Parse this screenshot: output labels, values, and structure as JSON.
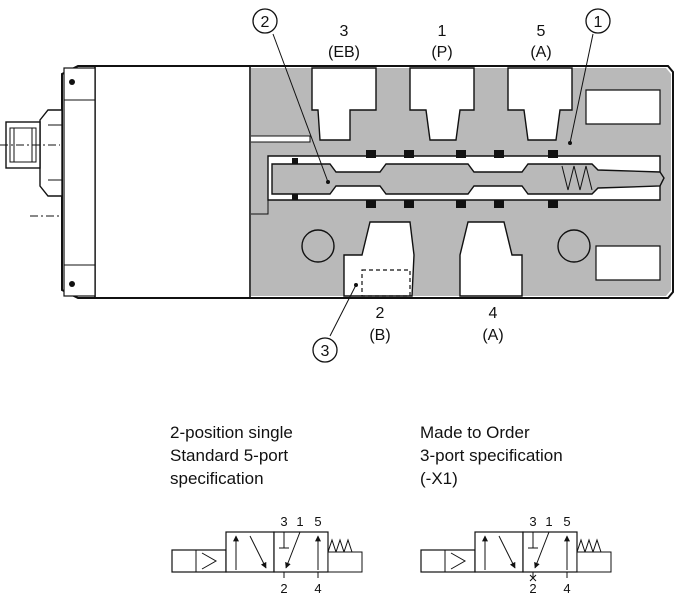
{
  "valve_section": {
    "top_ports": [
      {
        "number": "3",
        "code": "(EB)"
      },
      {
        "number": "1",
        "code": "(P)"
      },
      {
        "number": "5",
        "code": "(A)"
      }
    ],
    "bottom_ports": [
      {
        "number": "2",
        "code": "(B)"
      },
      {
        "number": "4",
        "code": "(A)"
      }
    ],
    "callouts": [
      "2",
      "1",
      "3"
    ]
  },
  "symbols": [
    {
      "caption": [
        "2-position single",
        "Standard 5-port",
        "specification"
      ],
      "top_labels": [
        "3",
        "1",
        "5"
      ],
      "bottom_labels": [
        "2",
        "4"
      ]
    },
    {
      "caption": [
        "Made to Order",
        "3-port specification",
        "(-X1)"
      ],
      "top_labels": [
        "3",
        "1",
        "5"
      ],
      "bottom_labels": [
        "2",
        "4"
      ]
    }
  ]
}
